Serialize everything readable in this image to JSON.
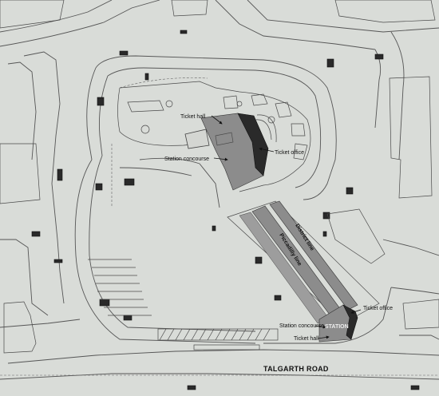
{
  "map": {
    "road_label": "TALGARTH ROAD",
    "labels": {
      "ticket_hall_top": "Ticket hall",
      "ticket_office_top": "Ticket office",
      "station_concourse_top": "Station concourse",
      "district_line": "District line",
      "piccadilly_line": "Piccadilly line",
      "ticket_office_bottom": "Ticket office",
      "station_concourse_bottom": "Station concourse",
      "station": "STATION",
      "ticket_hall_bottom": "Ticket hall"
    },
    "colors": {
      "paper": "#d9dcd8",
      "ink": "#444444",
      "dark_fill": "#2a2a2a",
      "grey_fill": "#8c8c8c"
    }
  }
}
